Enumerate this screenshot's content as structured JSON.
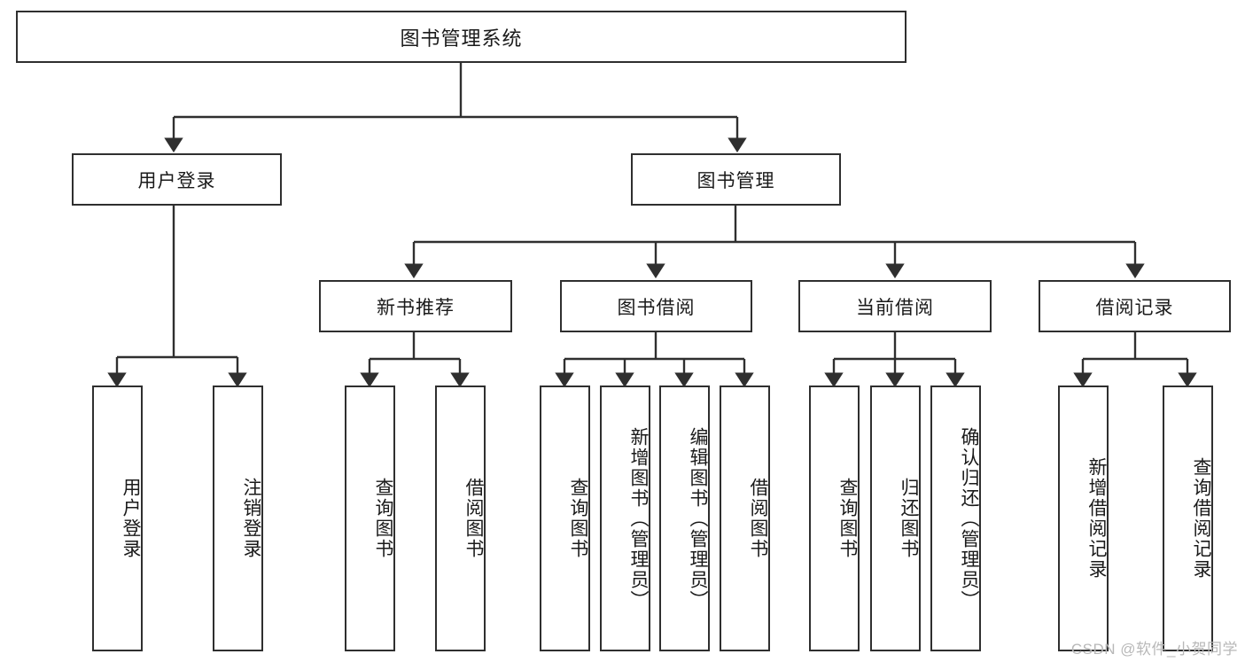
{
  "diagram": {
    "title_node": {
      "label": "图书管理系统"
    },
    "level2": [
      {
        "label": "用户登录"
      },
      {
        "label": "图书管理"
      }
    ],
    "level3": [
      {
        "label": "新书推荐"
      },
      {
        "label": "图书借阅"
      },
      {
        "label": "当前借阅"
      },
      {
        "label": "借阅记录"
      }
    ],
    "leaves": {
      "user_login": [
        {
          "label": "用户登录"
        },
        {
          "label": "注销登录"
        }
      ],
      "new_book": [
        {
          "label": "查询图书"
        },
        {
          "label": "借阅图书"
        }
      ],
      "book_borrow": [
        {
          "label": "查询图书"
        },
        {
          "label": "新增图书（管理员）"
        },
        {
          "label": "编辑图书（管理员）"
        },
        {
          "label": "借阅图书"
        }
      ],
      "current_borrow": [
        {
          "label": "查询图书"
        },
        {
          "label": "归还图书"
        },
        {
          "label": "确认归还（管理员）"
        }
      ],
      "borrow_record": [
        {
          "label": "新增借阅记录"
        },
        {
          "label": "查询借阅记录"
        }
      ]
    }
  },
  "watermark": {
    "text": "CSDN @软件_小贺同学"
  },
  "colors": {
    "stroke": "#2f2f2f",
    "fill": "#ffffff",
    "text": "#1a1a1a",
    "watermark": "#b8b8b8"
  }
}
